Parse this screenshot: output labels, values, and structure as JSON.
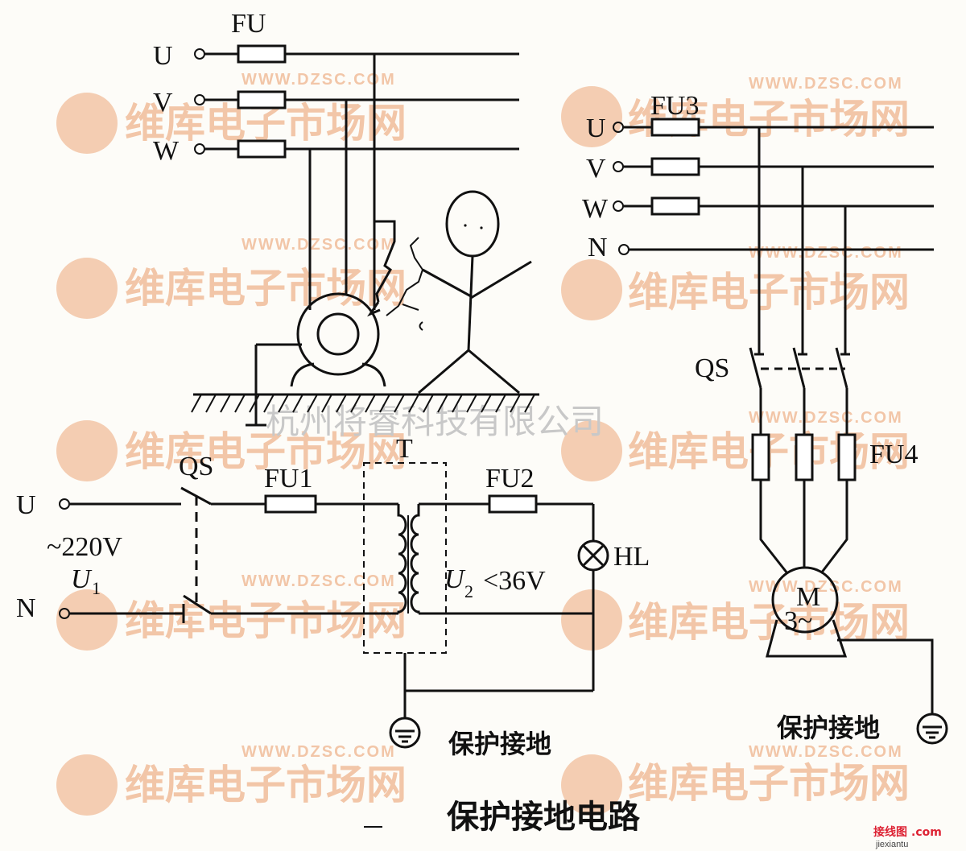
{
  "diagram": {
    "title": "保护接地电路",
    "top_left": {
      "fuse_label": "FU",
      "phases": [
        "U",
        "V",
        "W"
      ]
    },
    "right": {
      "fuse_label": "FU3",
      "phases": [
        "U",
        "V",
        "W",
        "N"
      ],
      "switch_label": "QS",
      "fuse2_label": "FU4",
      "motor_label": "M",
      "motor_sub": "3~",
      "ground_label": "保护接地"
    },
    "bottom_left": {
      "line_u": "U",
      "line_n": "N",
      "voltage_in": "~220V",
      "u1": "U",
      "u1_sub": "1",
      "switch_label": "QS",
      "fuse1_label": "FU1",
      "transformer_label": "T",
      "fuse2_label": "FU2",
      "u2": "U",
      "u2_sub": "2",
      "u2_value": "<36V",
      "lamp_label": "HL",
      "ground_label": "保护接地"
    }
  },
  "watermarks": {
    "brand_cn": "维库电子市场网",
    "brand_url": "WWW.DZSC.COM",
    "company": "杭州将睿科技有限公司",
    "corner_cn": "接线图",
    "corner_url": "jiexiantu",
    "corner_com": ".com"
  },
  "colors": {
    "ink": "#111111",
    "watermark": "#f2c6a8",
    "brand_red": "#dd2233"
  }
}
